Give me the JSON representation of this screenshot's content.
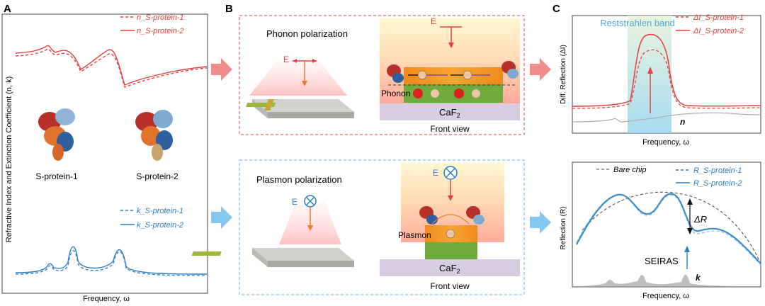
{
  "panels": {
    "a": {
      "letter": "A",
      "ylabel": "Refractive Index and Extinction Coefficient (n, k)",
      "xlabel": "Frequency, ω",
      "legend_n": [
        "n_S-protein-1",
        "n_S-protein-2"
      ],
      "legend_k": [
        "k_S-protein-1",
        "k_S-protein-2"
      ],
      "protein_labels": [
        "S-protein-1",
        "S-protein-2"
      ]
    },
    "b": {
      "letter": "B",
      "top_title": "Phonon polarization",
      "bottom_title": "Plasmon polarization",
      "E": "E",
      "phonon_label": "Phonon",
      "plasmon_label": "Plasmon",
      "substrate": "CaF",
      "substrate_sub": "2",
      "front_view": "Front view"
    },
    "c": {
      "letter": "C",
      "band_label": "Reststrahlen band",
      "top_ylabel": "Diff. Reflection (ΔI)",
      "top_legend": [
        "ΔI_S-protein-1",
        "ΔI_S-protein-2"
      ],
      "n_label": "n",
      "xlabel": "Frequency, ω",
      "bottom_ylabel": "Reflection (R)",
      "bottom_legend": [
        "Bare chip",
        "R_S-protein-1",
        "R_S-protein-2"
      ],
      "delta_r": "ΔR",
      "seiras": "SEIRAS",
      "k_label": "k"
    }
  },
  "colors": {
    "red": "#e5403f",
    "blue": "#2a7fc1",
    "lightblue": "#86c7ef",
    "grey": "#9a9a9a"
  }
}
